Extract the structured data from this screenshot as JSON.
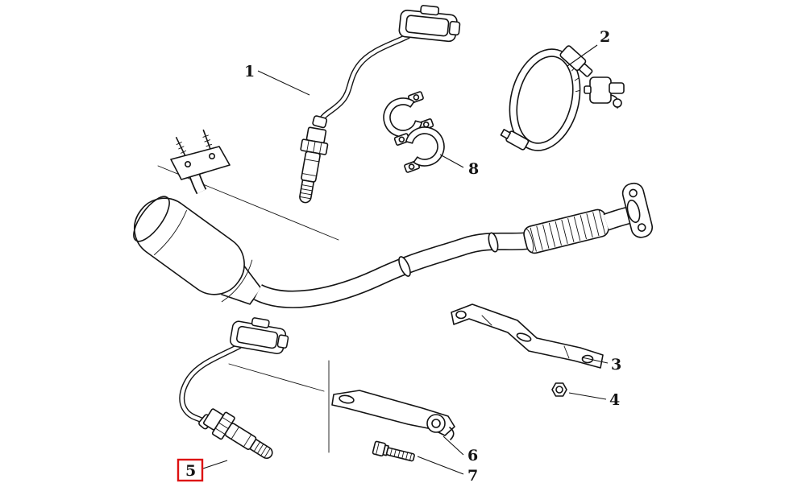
{
  "parts": [
    {
      "label": "1",
      "name": "oxygen-sensor-front"
    },
    {
      "label": "2",
      "name": "band-clamp"
    },
    {
      "label": "3",
      "name": "support-bracket"
    },
    {
      "label": "4",
      "name": "hex-nut"
    },
    {
      "label": "5",
      "name": "oxygen-sensor-rear",
      "selected": true
    },
    {
      "label": "6",
      "name": "mounting-bracket"
    },
    {
      "label": "7",
      "name": "hex-bolt"
    },
    {
      "label": "8",
      "name": "pipe-clamp-halves"
    }
  ],
  "highlight": {
    "selected_part_label": "5",
    "color": "#dd1111"
  },
  "colors": {
    "line": "#141414",
    "background": "#ffffff"
  }
}
